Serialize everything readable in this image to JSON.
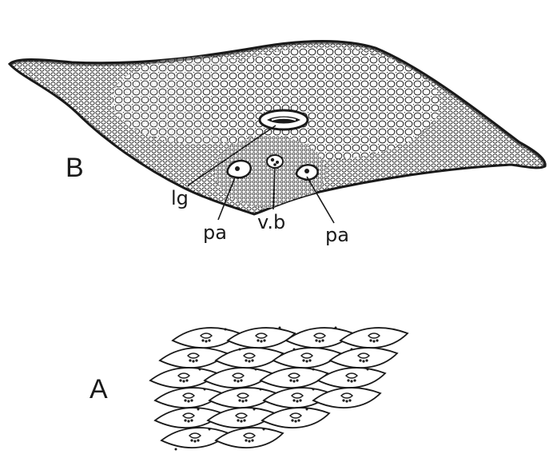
{
  "figure": {
    "panels": [
      {
        "letter": "B",
        "subject": "transverse section",
        "labels": {
          "lg": "lg",
          "pa_left": "pa",
          "vb": "v.b",
          "pa_right": "pa"
        }
      },
      {
        "letter": "A",
        "subject": "surface pattern of leaf cushions"
      }
    ]
  },
  "colors": {
    "ink": "#1a1a1a",
    "paper": "#ffffff"
  }
}
